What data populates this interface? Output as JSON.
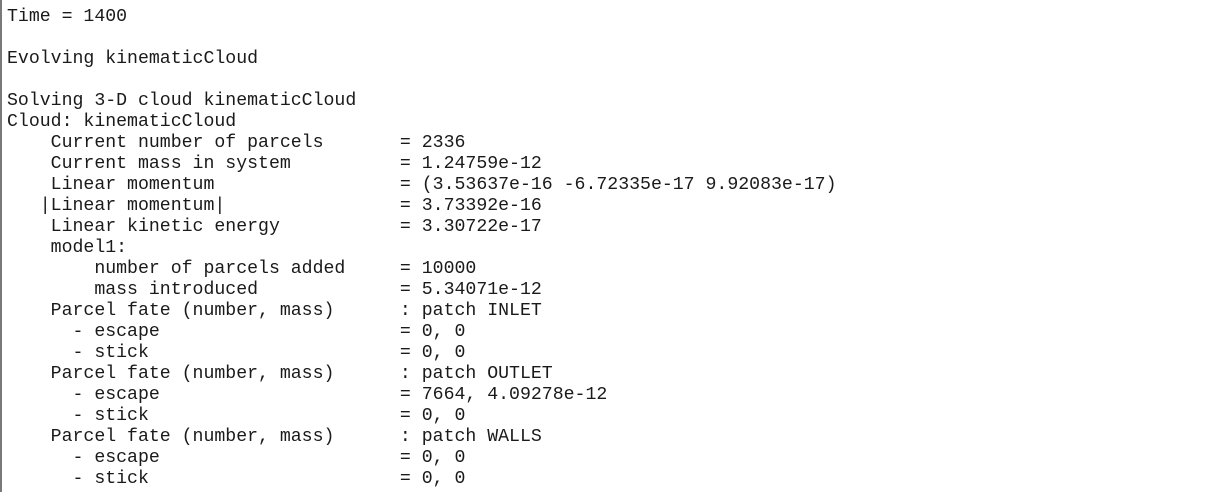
{
  "console": {
    "lines": [
      "Time = 1400",
      "",
      "Evolving kinematicCloud",
      "",
      "Solving 3-D cloud kinematicCloud",
      "Cloud: kinematicCloud",
      "    Current number of parcels       = 2336",
      "    Current mass in system          = 1.24759e-12",
      "    Linear momentum                 = (3.53637e-16 -6.72335e-17 9.92083e-17)",
      "   |Linear momentum|                = 3.73392e-16",
      "    Linear kinetic energy           = 3.30722e-17",
      "    model1:",
      "        number of parcels added     = 10000",
      "        mass introduced             = 5.34071e-12",
      "    Parcel fate (number, mass)      : patch INLET",
      "      - escape                      = 0, 0",
      "      - stick                       = 0, 0",
      "    Parcel fate (number, mass)      : patch OUTLET",
      "      - escape                      = 7664, 4.09278e-12",
      "      - stick                       = 0, 0",
      "    Parcel fate (number, mass)      : patch WALLS",
      "      - escape                      = 0, 0",
      "      - stick                       = 0, 0"
    ]
  },
  "solver_output": {
    "time": "1400",
    "cloud_name": "kinematicCloud",
    "current_number_of_parcels": "2336",
    "current_mass_in_system": "1.24759e-12",
    "linear_momentum": "(3.53637e-16 -6.72335e-17 9.92083e-17)",
    "linear_momentum_magnitude": "3.73392e-16",
    "linear_kinetic_energy": "3.30722e-17",
    "model1": {
      "number_of_parcels_added": "10000",
      "mass_introduced": "5.34071e-12"
    },
    "parcel_fate": [
      {
        "patch": "INLET",
        "escape": "0, 0",
        "stick": "0, 0"
      },
      {
        "patch": "OUTLET",
        "escape": "7664, 4.09278e-12",
        "stick": "0, 0"
      },
      {
        "patch": "WALLS",
        "escape": "0, 0",
        "stick": "0, 0"
      }
    ]
  },
  "colors": {
    "background": "#ffffff",
    "text": "#1a1a1a",
    "border": "#7a7a7a"
  }
}
